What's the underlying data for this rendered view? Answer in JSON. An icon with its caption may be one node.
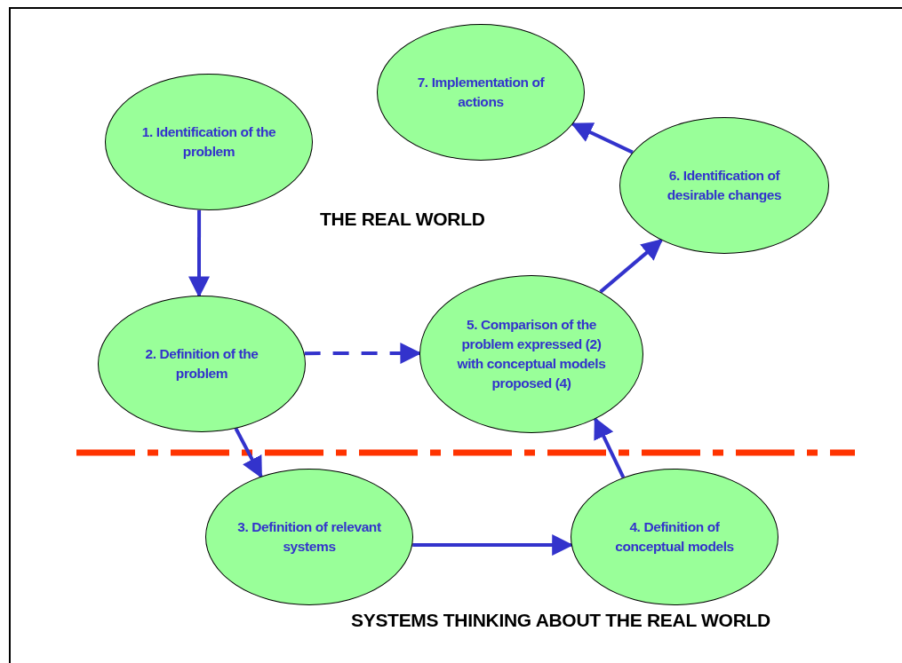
{
  "diagram": {
    "nodes": [
      {
        "text": [
          "1. Identification of the problem"
        ]
      },
      {
        "text": [
          "2. Definition of the problem"
        ]
      },
      {
        "text": [
          "3. Definition of relevant systems"
        ]
      },
      {
        "text": [
          "4. Definition of conceptual models"
        ]
      },
      {
        "text": [
          "5. Comparison of the problem expressed (2) with conceptual models proposed (4)"
        ]
      },
      {
        "text": [
          "6. Identification of desirable changes"
        ]
      },
      {
        "text": [
          "7. Implementation of actions"
        ]
      }
    ],
    "edges": [
      {
        "from": 0,
        "to": 1,
        "arrow": "to"
      },
      {
        "from": 1,
        "to": 4,
        "arrow": "to",
        "style": "dashed"
      },
      {
        "from": 1,
        "to": 2,
        "arrow": "to"
      },
      {
        "from": 2,
        "to": 3,
        "arrow": "to"
      },
      {
        "from": 3,
        "to": 4,
        "arrow": "to"
      },
      {
        "from": 4,
        "to": 5,
        "arrow": "to"
      },
      {
        "from": 5,
        "to": 6,
        "arrow": "to"
      }
    ],
    "labels": [
      "THE REAL WORLD",
      "SYSTEMS THINKING ABOUT THE REAL WORLD"
    ]
  }
}
